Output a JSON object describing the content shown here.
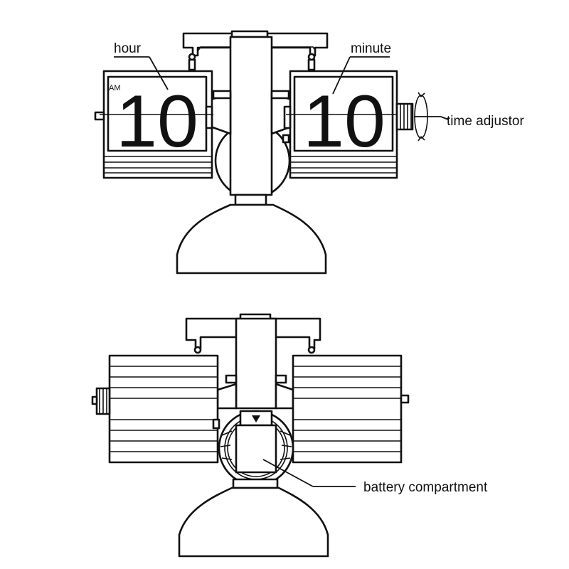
{
  "labels": {
    "hour": "hour",
    "minute": "minute",
    "time_adjustor": "time adjustor",
    "battery_compartment": "battery compartment"
  },
  "display": {
    "ampm": "AM",
    "hour_digits": "10",
    "minute_digits": "10"
  },
  "colors": {
    "line": "#111111",
    "background": "#ffffff"
  }
}
